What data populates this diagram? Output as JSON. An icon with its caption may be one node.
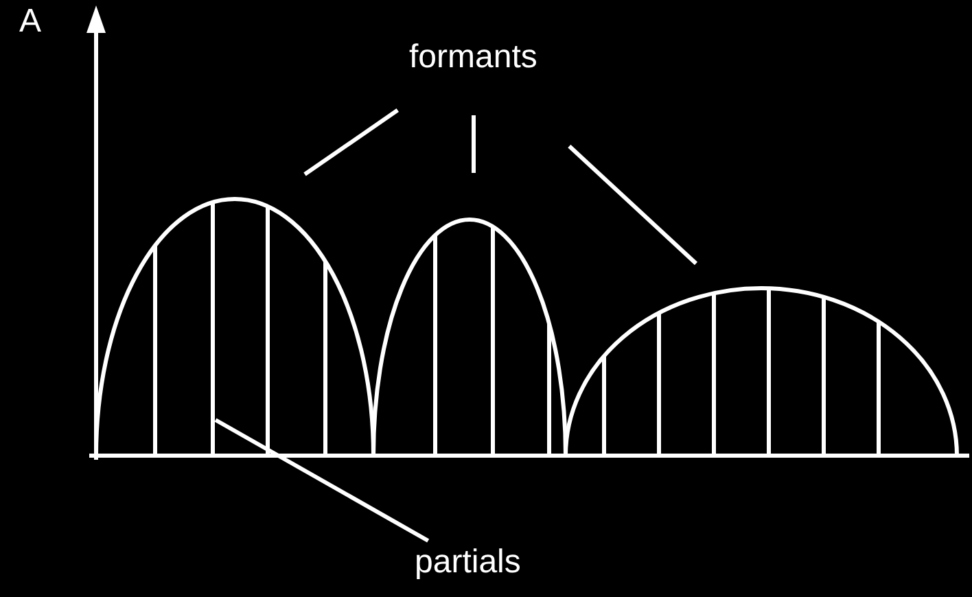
{
  "diagram": {
    "nodes": [
      {
        "text": [
          "formants"
        ]
      },
      {
        "text": [],
        "shape": "arc"
      },
      {
        "text": [],
        "shape": "arc"
      },
      {
        "text": [],
        "shape": "arc"
      },
      {
        "text": [],
        "shape": "line",
        "in": 1
      },
      {
        "text": [
          "partials"
        ]
      }
    ],
    "edges": [
      {
        "from": 0,
        "to": 1,
        "arrow": "none"
      },
      {
        "from": 0,
        "to": 2,
        "arrow": "none"
      },
      {
        "from": 0,
        "to": 3,
        "arrow": "none"
      },
      {
        "from": 5,
        "to": 4,
        "arrow": "none"
      }
    ],
    "labels": [
      "A"
    ]
  }
}
